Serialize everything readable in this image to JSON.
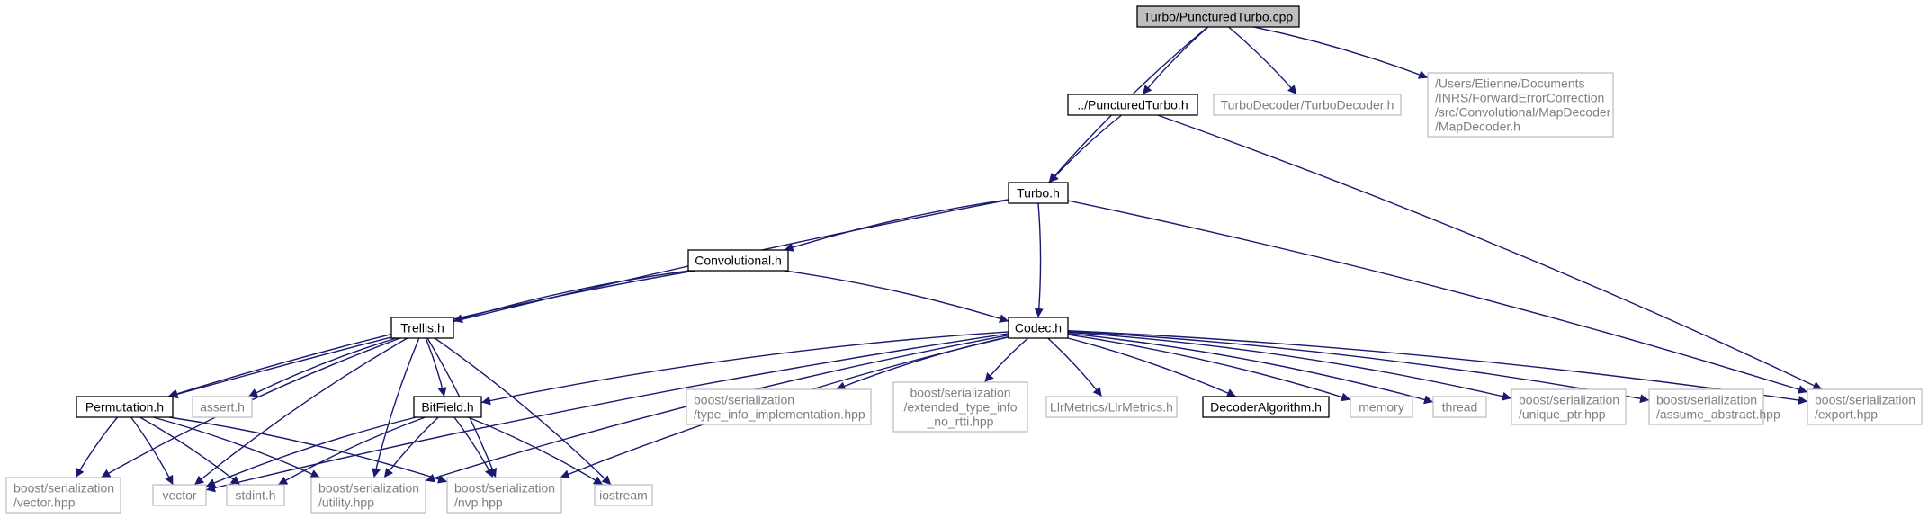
{
  "colors": {
    "edge": "#191970",
    "root_fill": "#bfbfbf",
    "documented_border": "#000000",
    "external_border": "#bfbfbf",
    "external_text": "#7f7f7f",
    "text": "#000000",
    "background": "#ffffff"
  },
  "nodes": [
    {
      "id": "root",
      "kind": "root",
      "lines": [
        "Turbo/PuncturedTurbo.cpp"
      ]
    },
    {
      "id": "punctured_turbo_h",
      "kind": "documented",
      "lines": [
        "../PuncturedTurbo.h"
      ]
    },
    {
      "id": "turbo_decoder_h",
      "kind": "external",
      "lines": [
        "TurboDecoder/TurboDecoder.h"
      ]
    },
    {
      "id": "map_decoder_h",
      "kind": "external",
      "lines": [
        "/Users/Etienne/Documents",
        "/INRS/ForwardErrorCorrection",
        "/src/Convolutional/MapDecoder",
        "/MapDecoder.h"
      ]
    },
    {
      "id": "turbo_h",
      "kind": "documented",
      "lines": [
        "Turbo.h"
      ]
    },
    {
      "id": "convolutional_h",
      "kind": "documented",
      "lines": [
        "Convolutional.h"
      ]
    },
    {
      "id": "codec_h",
      "kind": "documented",
      "lines": [
        "Codec.h"
      ]
    },
    {
      "id": "trellis_h",
      "kind": "documented",
      "lines": [
        "Trellis.h"
      ]
    },
    {
      "id": "permutation_h",
      "kind": "documented",
      "lines": [
        "Permutation.h"
      ]
    },
    {
      "id": "assert_h",
      "kind": "external",
      "lines": [
        "assert.h"
      ]
    },
    {
      "id": "bitfield_h",
      "kind": "documented",
      "lines": [
        "BitField.h"
      ]
    },
    {
      "id": "type_info_impl",
      "kind": "external",
      "lines": [
        "boost/serialization",
        "/type_info_implementation.hpp"
      ]
    },
    {
      "id": "ext_type_info",
      "kind": "external",
      "lines": [
        "boost/serialization",
        "/extended_type_info",
        "_no_rtti.hpp"
      ]
    },
    {
      "id": "llr_metrics",
      "kind": "external",
      "lines": [
        "LlrMetrics/LlrMetrics.h"
      ]
    },
    {
      "id": "decoder_algorithm",
      "kind": "documented",
      "lines": [
        "DecoderAlgorithm.h"
      ]
    },
    {
      "id": "memory",
      "kind": "external",
      "lines": [
        "memory"
      ]
    },
    {
      "id": "thread",
      "kind": "external",
      "lines": [
        "thread"
      ]
    },
    {
      "id": "unique_ptr",
      "kind": "external",
      "lines": [
        "boost/serialization",
        "/unique_ptr.hpp"
      ]
    },
    {
      "id": "assume_abstract",
      "kind": "external",
      "lines": [
        "boost/serialization",
        "/assume_abstract.hpp"
      ]
    },
    {
      "id": "export_hpp",
      "kind": "external",
      "lines": [
        "boost/serialization",
        "/export.hpp"
      ]
    },
    {
      "id": "vector_hpp",
      "kind": "external",
      "lines": [
        "boost/serialization",
        "/vector.hpp"
      ]
    },
    {
      "id": "vector",
      "kind": "external",
      "lines": [
        "vector"
      ]
    },
    {
      "id": "stdint_h",
      "kind": "external",
      "lines": [
        "stdint.h"
      ]
    },
    {
      "id": "utility_hpp",
      "kind": "external",
      "lines": [
        "boost/serialization",
        "/utility.hpp"
      ]
    },
    {
      "id": "nvp_hpp",
      "kind": "external",
      "lines": [
        "boost/serialization",
        "/nvp.hpp"
      ]
    },
    {
      "id": "iostream",
      "kind": "external",
      "lines": [
        "iostream"
      ]
    }
  ],
  "edges": [
    [
      "root",
      "punctured_turbo_h"
    ],
    [
      "root",
      "turbo_decoder_h"
    ],
    [
      "root",
      "map_decoder_h"
    ],
    [
      "root",
      "turbo_h"
    ],
    [
      "punctured_turbo_h",
      "turbo_h"
    ],
    [
      "punctured_turbo_h",
      "export_hpp"
    ],
    [
      "turbo_h",
      "convolutional_h"
    ],
    [
      "turbo_h",
      "codec_h"
    ],
    [
      "turbo_h",
      "permutation_h"
    ],
    [
      "turbo_h",
      "export_hpp"
    ],
    [
      "convolutional_h",
      "trellis_h"
    ],
    [
      "convolutional_h",
      "codec_h"
    ],
    [
      "convolutional_h",
      "permutation_h"
    ],
    [
      "codec_h",
      "type_info_impl"
    ],
    [
      "codec_h",
      "ext_type_info"
    ],
    [
      "codec_h",
      "llr_metrics"
    ],
    [
      "codec_h",
      "decoder_algorithm"
    ],
    [
      "codec_h",
      "memory"
    ],
    [
      "codec_h",
      "thread"
    ],
    [
      "codec_h",
      "unique_ptr"
    ],
    [
      "codec_h",
      "assume_abstract"
    ],
    [
      "codec_h",
      "export_hpp"
    ],
    [
      "codec_h",
      "bitfield_h"
    ],
    [
      "codec_h",
      "vector"
    ],
    [
      "codec_h",
      "utility_hpp"
    ],
    [
      "codec_h",
      "nvp_hpp"
    ],
    [
      "trellis_h",
      "assert_h"
    ],
    [
      "trellis_h",
      "bitfield_h"
    ],
    [
      "trellis_h",
      "vector_hpp"
    ],
    [
      "trellis_h",
      "vector"
    ],
    [
      "trellis_h",
      "utility_hpp"
    ],
    [
      "trellis_h",
      "nvp_hpp"
    ],
    [
      "trellis_h",
      "iostream"
    ],
    [
      "bitfield_h",
      "vector"
    ],
    [
      "bitfield_h",
      "stdint_h"
    ],
    [
      "bitfield_h",
      "utility_hpp"
    ],
    [
      "bitfield_h",
      "nvp_hpp"
    ],
    [
      "bitfield_h",
      "iostream"
    ],
    [
      "permutation_h",
      "vector_hpp"
    ],
    [
      "permutation_h",
      "vector"
    ],
    [
      "permutation_h",
      "stdint_h"
    ],
    [
      "permutation_h",
      "utility_hpp"
    ],
    [
      "permutation_h",
      "nvp_hpp"
    ]
  ]
}
